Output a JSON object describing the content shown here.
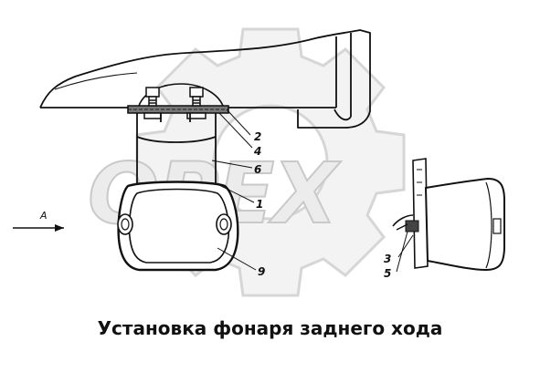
{
  "watermark": {
    "text": "OPEX",
    "icon": "gear-icon",
    "color": "#d8d8d8"
  },
  "labels": {
    "view_arrow": "A",
    "callouts": [
      "2",
      "4",
      "6",
      "1",
      "9",
      "3",
      "5"
    ]
  },
  "caption": "Установка фонаря заднего хода"
}
